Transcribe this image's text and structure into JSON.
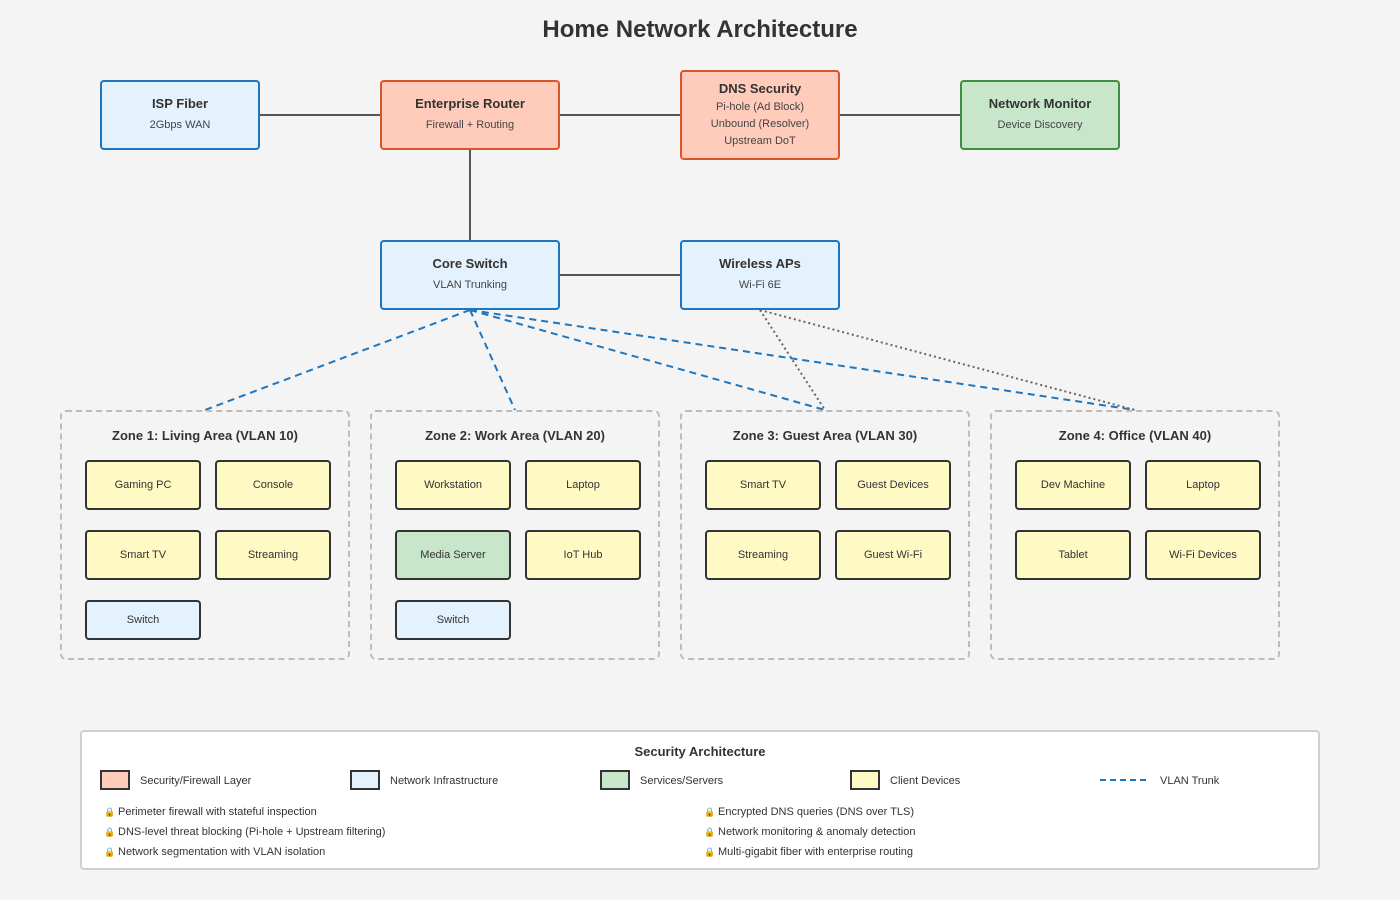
{
  "title": "Home Network Architecture",
  "nodes": {
    "isp": {
      "name": "ISP Fiber",
      "sub": "2Gbps WAN"
    },
    "router": {
      "name": "Enterprise Router",
      "sub": "Firewall + Routing"
    },
    "dns": {
      "name": "DNS Security",
      "sub1": "Pi-hole (Ad Block)",
      "sub2": "Unbound (Resolver)",
      "sub3": "Upstream DoT"
    },
    "monitor": {
      "name": "Network Monitor",
      "sub": "Device Discovery"
    },
    "core": {
      "name": "Core Switch",
      "sub": "VLAN Trunking"
    },
    "aps": {
      "name": "Wireless APs",
      "sub": "Wi-Fi 6E"
    }
  },
  "zones": [
    {
      "title": "Zone 1: Living Area (VLAN 10)",
      "devices": [
        "Gaming PC",
        "Console",
        "Smart TV",
        "Streaming",
        "Switch"
      ]
    },
    {
      "title": "Zone 2: Work Area (VLAN 20)",
      "devices": [
        "Workstation",
        "Laptop",
        "Media Server",
        "IoT Hub",
        "Switch"
      ]
    },
    {
      "title": "Zone 3: Guest Area (VLAN 30)",
      "devices": [
        "Smart TV",
        "Guest Devices",
        "Streaming",
        "Guest Wi-Fi"
      ]
    },
    {
      "title": "Zone 4: Office (VLAN 40)",
      "devices": [
        "Dev Machine",
        "Laptop",
        "Tablet",
        "Wi-Fi Devices"
      ]
    }
  ],
  "legend": {
    "title": "Security Architecture",
    "items": [
      "Security/Firewall Layer",
      "Network Infrastructure",
      "Services/Servers",
      "Client Devices",
      "VLAN Trunk"
    ],
    "bullets_left": [
      "Perimeter firewall with stateful inspection",
      "DNS-level threat blocking (Pi-hole + Upstream filtering)",
      "Network segmentation with VLAN isolation"
    ],
    "bullets_right": [
      "Encrypted DNS queries (DNS over TLS)",
      "Network monitoring & anomaly detection",
      "Multi-gigabit fiber with enterprise routing"
    ]
  },
  "colors": {
    "security_fill": "#ffccbc",
    "security_border": "#d9532b",
    "infra_fill": "#e3f2fd",
    "infra_border": "#1e76bf",
    "service_fill": "#c8e6c9",
    "service_border": "#3b8f3e",
    "client_fill": "#fff9c4",
    "client_border": "#ef8a1a",
    "vlan_trunk": "#1e76bf",
    "wifi_link": "#666666",
    "solid_link": "#555555"
  },
  "icons": {
    "bullet": "lock-icon"
  }
}
